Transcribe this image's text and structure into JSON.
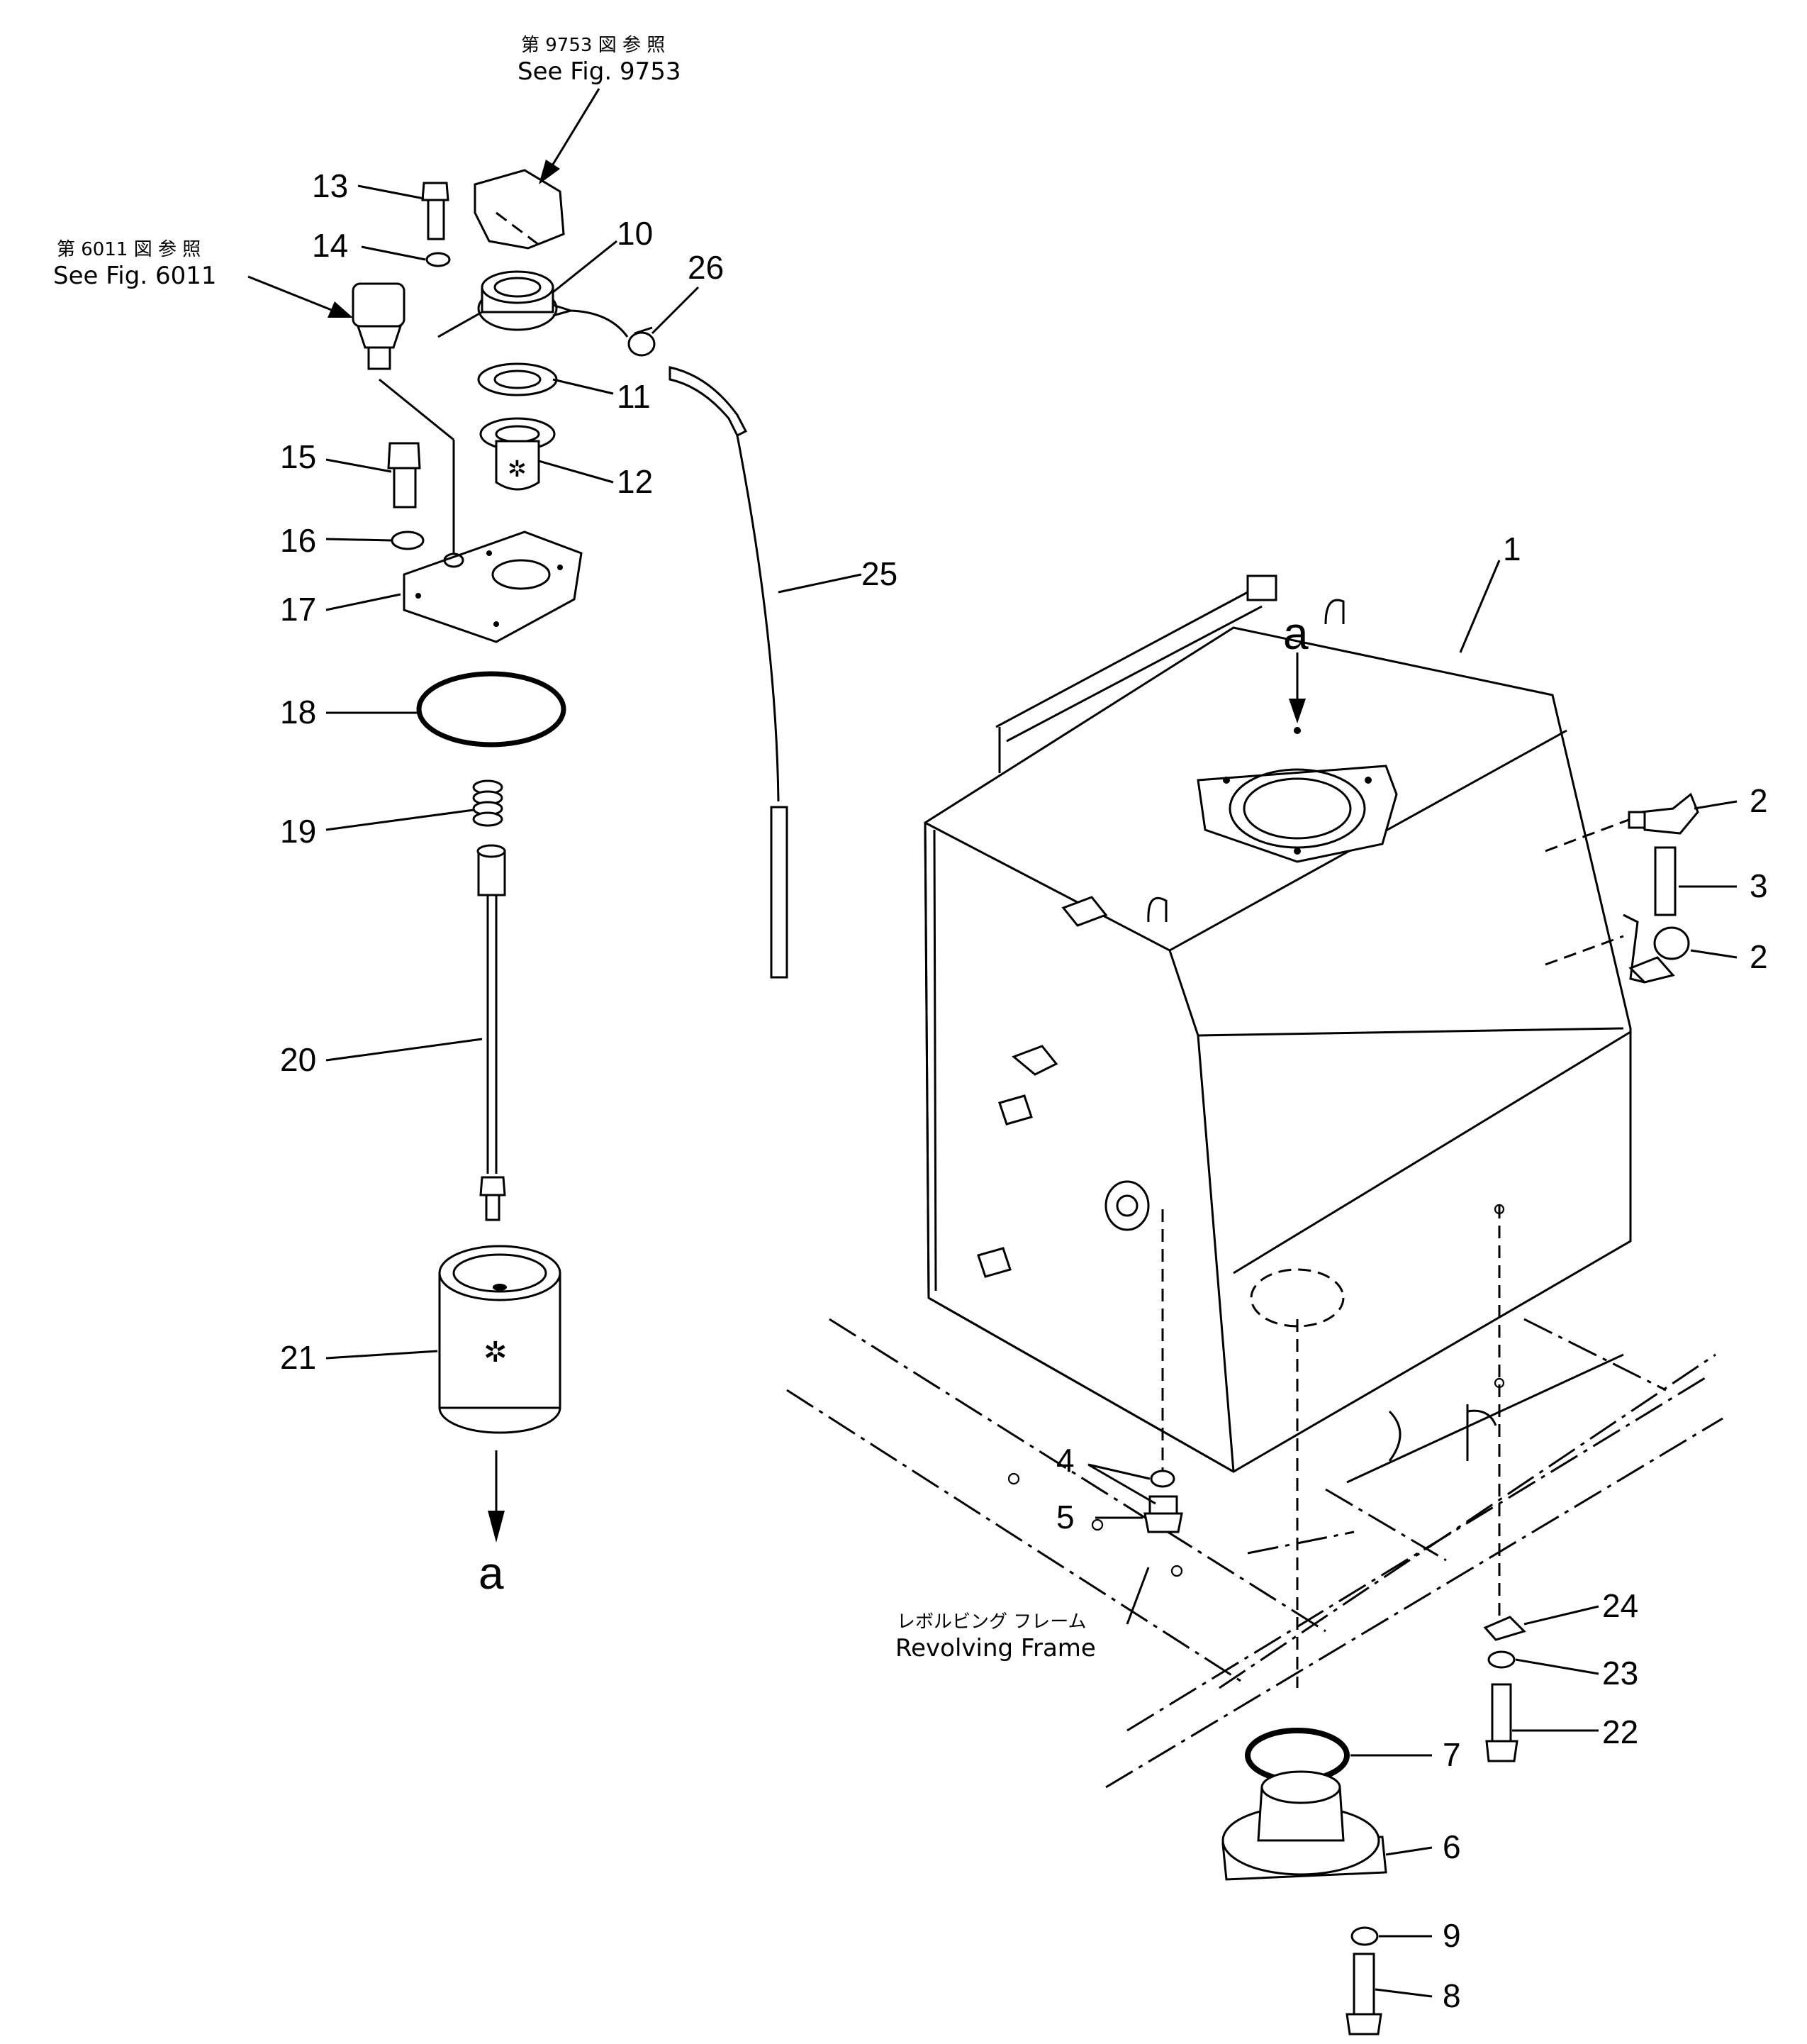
{
  "references": {
    "fig9753_jp": "第 9753 図 参 照",
    "fig9753_en": "See Fig. 9753",
    "fig6011_jp": "第 6011 図 参 照",
    "fig6011_en": "See Fig. 6011",
    "frame_jp": "レボルビング フレーム",
    "frame_en": "Revolving Frame"
  },
  "view_marker": {
    "top": "a",
    "bottom": "a"
  },
  "part_numbers": [
    "1",
    "2",
    "2",
    "3",
    "4",
    "5",
    "6",
    "7",
    "8",
    "9",
    "10",
    "11",
    "12",
    "13",
    "14",
    "15",
    "16",
    "17",
    "18",
    "19",
    "20",
    "21",
    "22",
    "23",
    "24",
    "25",
    "26"
  ]
}
